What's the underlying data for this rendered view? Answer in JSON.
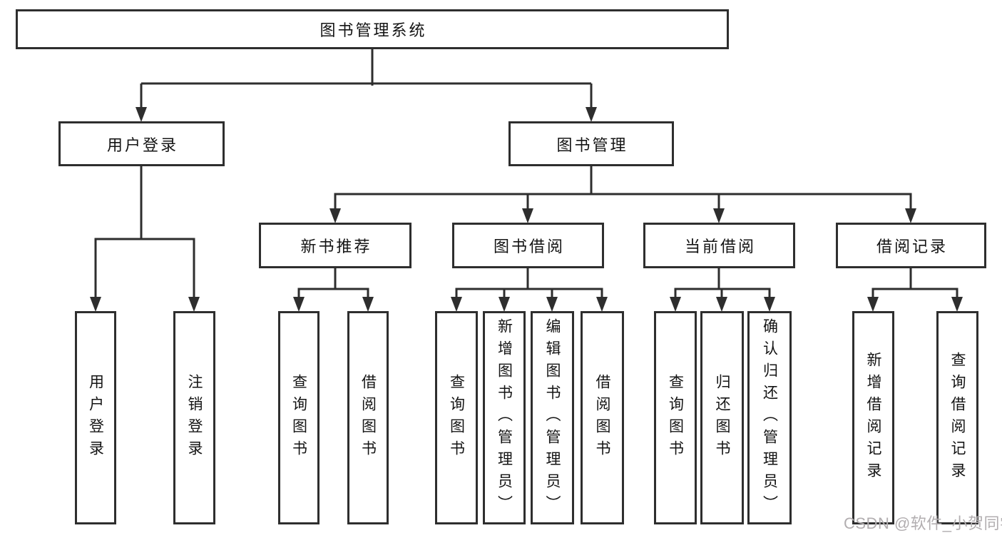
{
  "diagram_type": "hierarchy-tree",
  "tree": {
    "label": "图书管理系统",
    "children": [
      {
        "label": "用户登录",
        "children": [
          {
            "label": "用户登录"
          },
          {
            "label": "注销登录"
          }
        ]
      },
      {
        "label": "图书管理",
        "children": [
          {
            "label": "新书推荐",
            "children": [
              {
                "label": "查询图书"
              },
              {
                "label": "借阅图书"
              }
            ]
          },
          {
            "label": "图书借阅",
            "children": [
              {
                "label": "查询图书"
              },
              {
                "label": "新增图书（管理员）"
              },
              {
                "label": "编辑图书（管理员）"
              },
              {
                "label": "借阅图书"
              }
            ]
          },
          {
            "label": "当前借阅",
            "children": [
              {
                "label": "查询图书"
              },
              {
                "label": "归还图书"
              },
              {
                "label": "确认归还（管理员）"
              }
            ]
          },
          {
            "label": "借阅记录",
            "children": [
              {
                "label": "新增借阅记录"
              },
              {
                "label": "查询借阅记录"
              }
            ]
          }
        ]
      }
    ]
  },
  "watermark": {
    "text": "CSDN @软件_小贺同学"
  },
  "colors": {
    "line": "#2e2e2e",
    "box_border": "#2e2e2e",
    "text": "#141414",
    "background": "#ffffff",
    "watermark": "#b2aeb0"
  }
}
